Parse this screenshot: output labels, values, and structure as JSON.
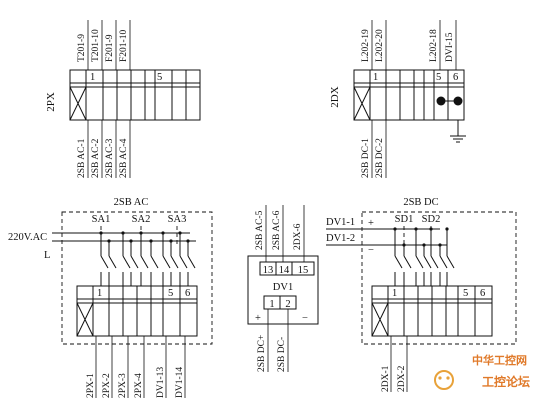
{
  "strip_2px": {
    "label": "2PX",
    "top_wires": [
      "T201-9",
      "T201-10",
      "F201-9",
      "F201-10"
    ],
    "terminal_numbers": {
      "first": "1",
      "fifth": "5"
    },
    "bottom_wires": [
      "2SB AC-1",
      "2SB AC-2",
      "2SB AC-3",
      "2SB AC-4"
    ]
  },
  "strip_2dx": {
    "label": "2DX",
    "top_wires": [
      "L202-19",
      "L202-20",
      "L202-18",
      "DVI-15"
    ],
    "terminal_numbers": {
      "first": "1",
      "fifth": "5",
      "sixth": "6"
    },
    "bottom_wires": [
      "2SB DC-1",
      "2SB DC-2"
    ]
  },
  "box_ac": {
    "title": "2SB AC",
    "switches": [
      "SA1",
      "SA2",
      "SA3"
    ],
    "input_wires": [
      "220V.AC",
      "L"
    ],
    "terminal_numbers": {
      "first": "1",
      "fifth": "5",
      "sixth": "6"
    },
    "bottom_wires": [
      "2PX-1",
      "2PX-2",
      "2PX-3",
      "2PX-4",
      "DV1-13",
      "DV1-14"
    ]
  },
  "box_dv1": {
    "top_wires": [
      "2SB AC-5",
      "2SB AC-6",
      "2DX-6"
    ],
    "terminals_top": [
      "13",
      "14",
      "15"
    ],
    "name": "DV1",
    "terminals_bottom": [
      "1",
      "2"
    ],
    "polarity": {
      "plus": "+",
      "minus": "−"
    },
    "bottom_wires": [
      "2SB DC+",
      "2SB DC-"
    ]
  },
  "box_dc": {
    "title": "2SB DC",
    "switches": [
      "SD1",
      "SD2"
    ],
    "input_wires": [
      "DV1-1",
      "DV1-2"
    ],
    "polarity": {
      "plus": "+",
      "minus": "−"
    },
    "terminal_numbers": {
      "first": "1",
      "fifth": "5",
      "sixth": "6"
    },
    "bottom_wires": [
      "2DX-1",
      "2DX-2"
    ]
  },
  "watermark": {
    "site": "中华工控网",
    "brand": "工控论坛"
  }
}
